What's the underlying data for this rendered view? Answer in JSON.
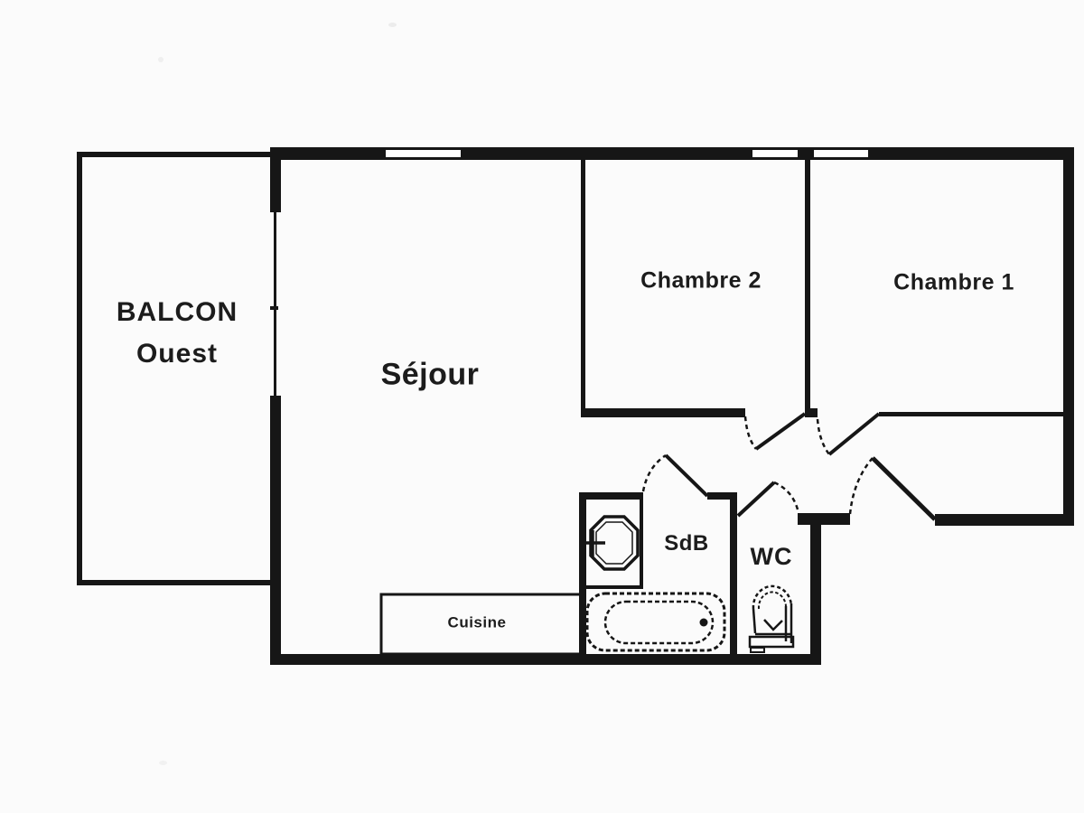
{
  "colors": {
    "wall": "#161616",
    "background": "#fbfbfb",
    "label": "#1c1c1c"
  },
  "rooms": {
    "balcony": {
      "line1": "BALCON",
      "line2": "Ouest"
    },
    "sejour": {
      "label": "Séjour"
    },
    "chambre2": {
      "label": "Chambre 2"
    },
    "chambre1": {
      "label": "Chambre 1"
    },
    "sdb": {
      "label": "SdB"
    },
    "wc": {
      "label": "WC"
    },
    "cuisine": {
      "label": "Cuisine"
    }
  },
  "fixtures": {
    "sink": "sink-icon",
    "bathtub": "bathtub-icon",
    "toilet": "toilet-icon",
    "kitchen_counter": "kitchen-counter"
  }
}
